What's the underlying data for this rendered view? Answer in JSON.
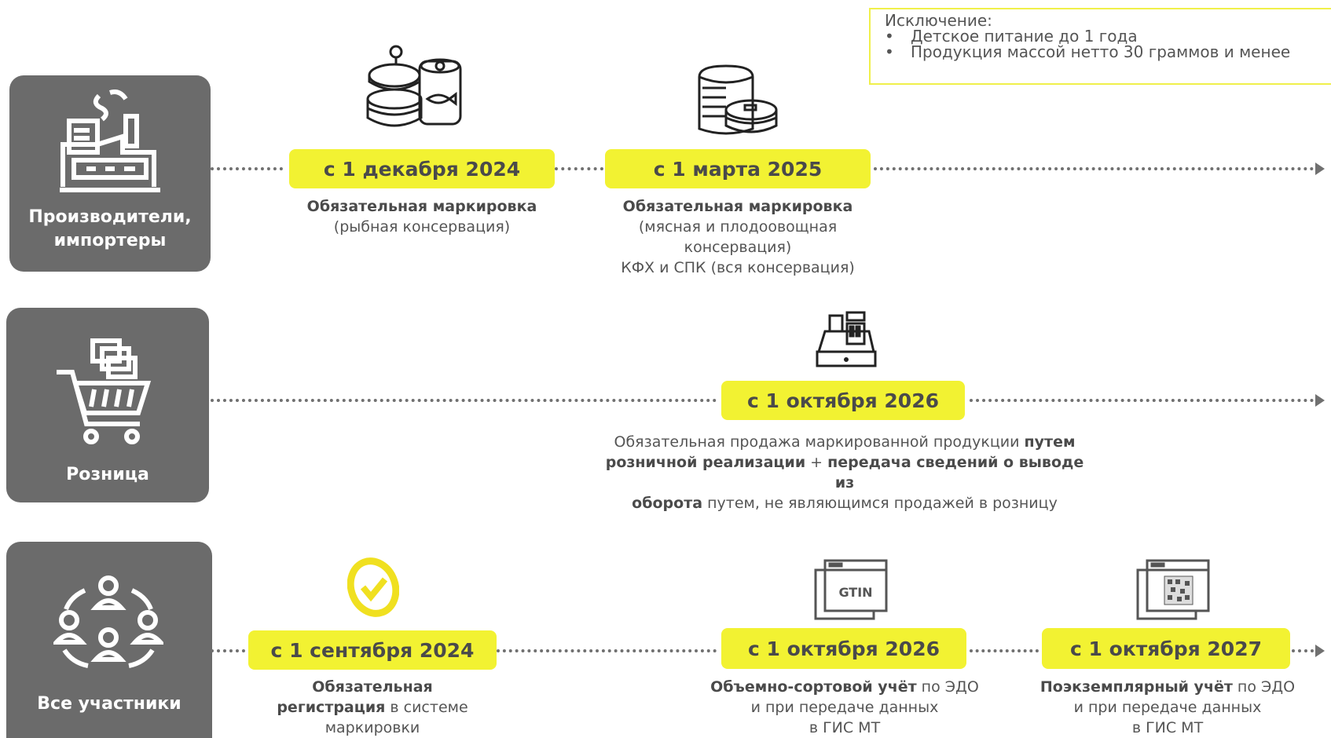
{
  "exception": {
    "title": "Исключение:",
    "items": [
      "Детское питание до 1 года",
      "Продукция массой нетто 30 граммов и менее"
    ]
  },
  "actors": {
    "producers": {
      "line1": "Производители,",
      "line2": "импортеры"
    },
    "retail": {
      "name": "Розница"
    },
    "all": {
      "name": "Все участники"
    }
  },
  "milestones": {
    "dec2024": {
      "date": "с 1 декабря 2024",
      "bold": "Обязательная маркировка",
      "text": "(рыбная консервация)"
    },
    "mar2025": {
      "date": "с 1 марта 2025",
      "bold": "Обязательная маркировка",
      "line2": "(мясная и плодоовощная",
      "line3": "консервация)",
      "line4": "КФХ и СПК (вся консервация)"
    },
    "oct2026_retail": {
      "date": "с 1 октября 2026",
      "t1": "Обязательная продажа маркированной продукции ",
      "b1": "путем",
      "b2": "розничной реализации",
      "t2": " + ",
      "b3": "передача сведений о выводе из",
      "b4": "оборота",
      "t3": " путем, не являющимся продажей в розницу"
    },
    "sep2024": {
      "date": "с 1 сентября 2024",
      "b1": "Обязательная",
      "b2": "регистрация",
      "t1": " в системе",
      "t2": "маркировки"
    },
    "oct2026_all": {
      "date": "с 1 октября 2026",
      "b1": "Объемно-сортовой учёт",
      "t1": " по ЭДО",
      "t2": "и при передаче данных",
      "t3": "в ГИС МТ",
      "icon_label": "GTIN"
    },
    "oct2027": {
      "date": "с 1 октября 2027",
      "b1": "Поэкземплярный учёт",
      "t1": " по ЭДО",
      "t2": "и при передаче данных",
      "t3": "в ГИС МТ"
    }
  },
  "colors": {
    "accent": "#f2f232",
    "actor_bg": "#6b6b6b",
    "dots": "#707070"
  },
  "icons": [
    "factory-icon",
    "cart-icon",
    "people-network-icon",
    "fish-cans-icon",
    "food-cans-icon",
    "cash-register-icon",
    "check-badge-icon",
    "gtin-window-icon",
    "datamatrix-window-icon"
  ]
}
